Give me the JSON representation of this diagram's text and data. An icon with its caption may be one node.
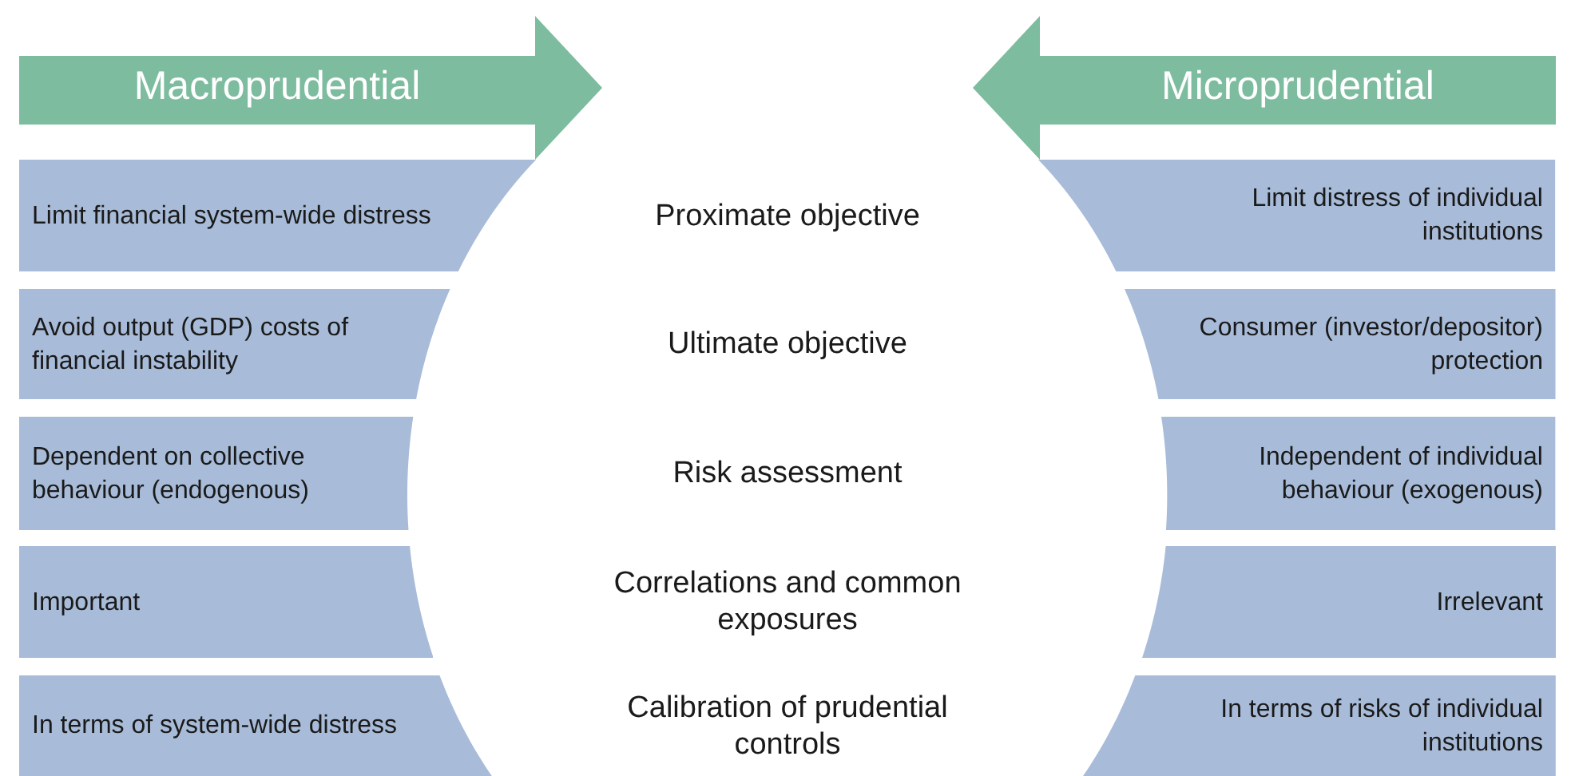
{
  "diagram": {
    "nodes": [
      {
        "text": [
          "Macroprudential"
        ]
      },
      {
        "text": [
          "Microprudential"
        ]
      },
      {
        "text": [
          "Limit financial system-wide distress"
        ]
      },
      {
        "text": [
          "Limit distress of individual institutions"
        ]
      },
      {
        "text": [
          "Avoid output (GDP) costs of financial instability"
        ]
      },
      {
        "text": [
          "Consumer (investor/depositor) protection"
        ]
      },
      {
        "text": [
          "Dependent on collective behaviour (endogenous)"
        ]
      },
      {
        "text": [
          "Independent of individual behaviour (exogenous)"
        ]
      },
      {
        "text": [
          "Important"
        ]
      },
      {
        "text": [
          "Irrelevant"
        ]
      },
      {
        "text": [
          "In terms of system-wide distress"
        ]
      },
      {
        "text": [
          "In terms of risks of individual institutions"
        ]
      }
    ],
    "labels": [
      "Proximate objective",
      "Ultimate objective",
      "Risk assessment",
      "Correlations and common exposures",
      "Calibration of prudential controls"
    ]
  }
}
